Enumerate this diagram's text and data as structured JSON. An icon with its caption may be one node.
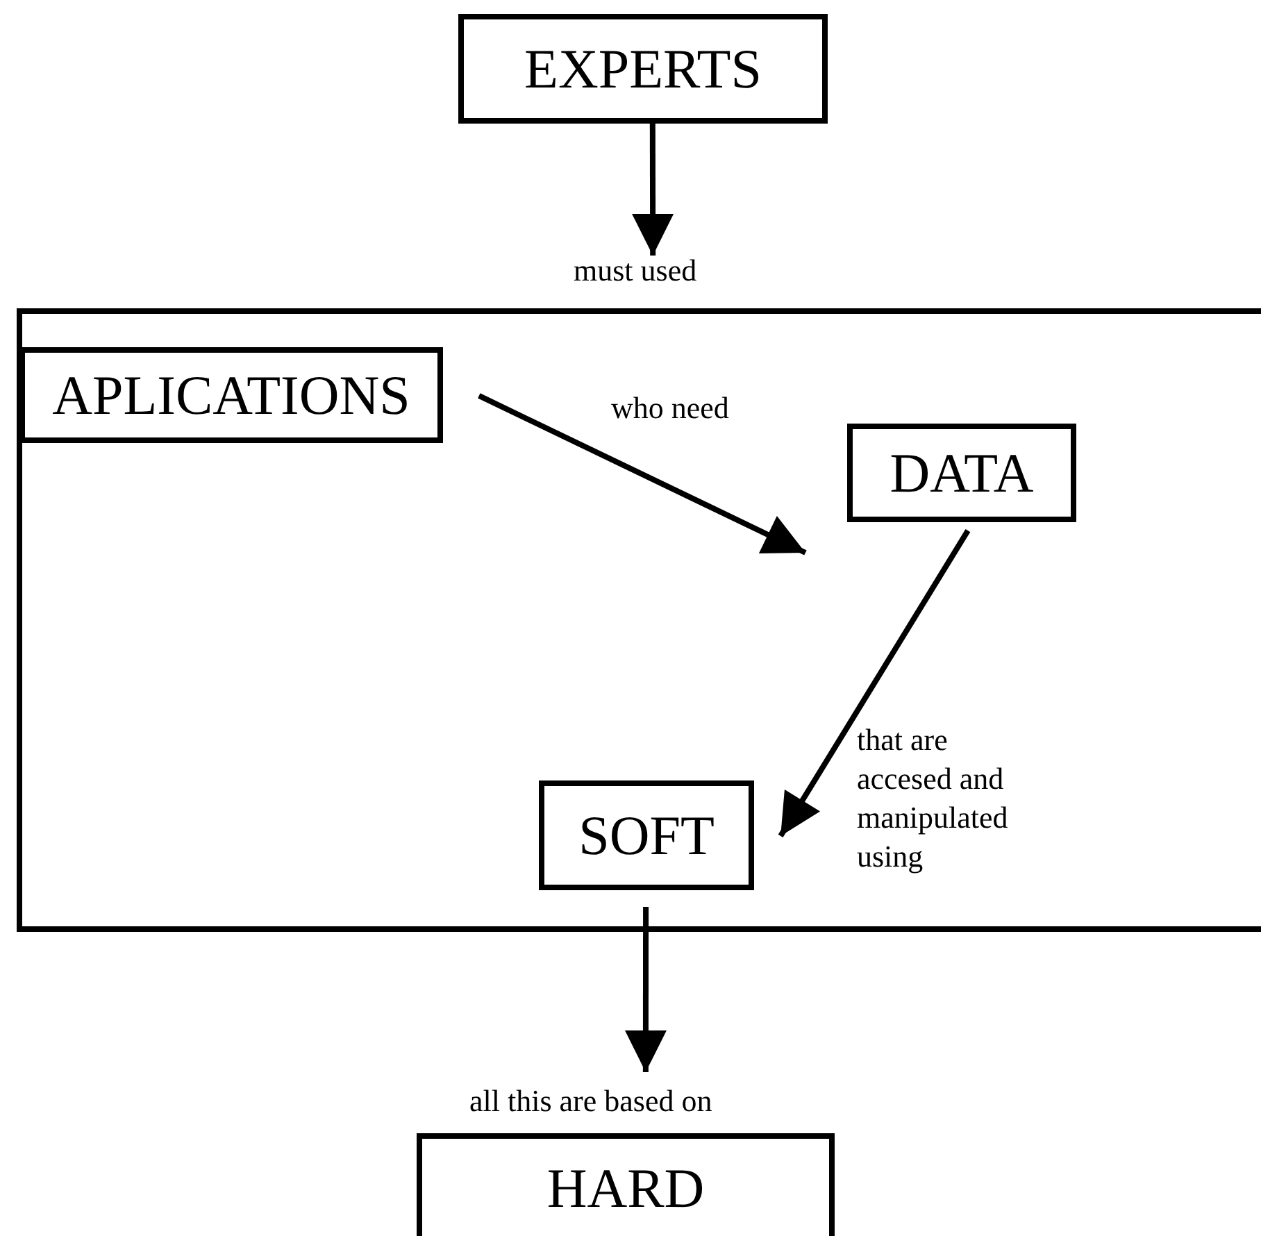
{
  "diagram": {
    "nodes": [
      {
        "text": [
          "EXPERTS"
        ]
      },
      {
        "text": [],
        "shape": "box"
      },
      {
        "text": [
          "APLICATIONS"
        ],
        "in": 1
      },
      {
        "text": [
          "DATA"
        ],
        "in": 1
      },
      {
        "text": [
          "SOFT"
        ],
        "in": 1
      },
      {
        "text": [
          "HARD"
        ]
      }
    ],
    "edges": [
      {
        "from": 0,
        "to": 1,
        "arrow": "to",
        "label": "must used"
      },
      {
        "from": 2,
        "to": 3,
        "arrow": "to",
        "label": "who need"
      },
      {
        "from": 3,
        "to": 4,
        "arrow": "to",
        "label": "that are accesed and manipulated using"
      },
      {
        "from": 4,
        "to": 5,
        "arrow": "to",
        "label": "all this are based on"
      }
    ]
  }
}
